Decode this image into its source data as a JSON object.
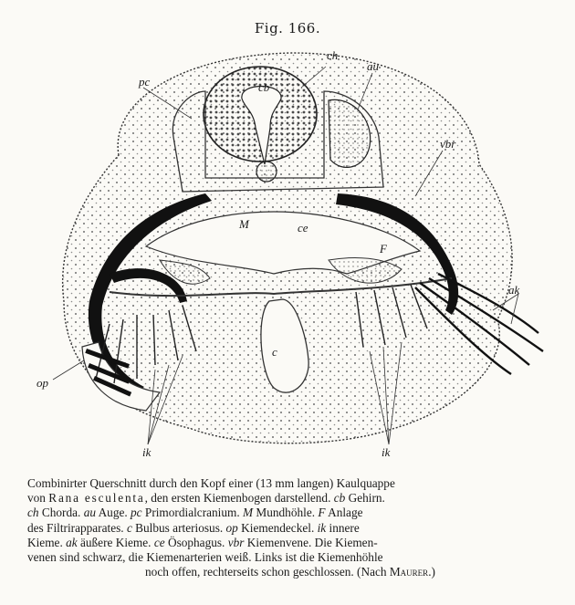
{
  "figure": {
    "title": "Fig. 166."
  },
  "labels": {
    "pc": "pc",
    "ch": "ch",
    "au": "au",
    "cb": "cb",
    "vbr": "vbr",
    "M": "M",
    "ce": "ce",
    "F": "F",
    "ak": "ak",
    "op": "op",
    "c": "c",
    "ik_left": "ik",
    "ik_right": "ik"
  },
  "caption": {
    "l1_a": "Combinirter Querschnitt durch den Kopf einer (13 mm langen) Kaulquappe",
    "l2_a": "von ",
    "l2_b": "Rana esculenta",
    "l2_c": ", den ersten Kiemenbogen darstellend.  ",
    "l2_d": "cb",
    "l2_e": " Gehirn.",
    "l3_a": "ch",
    "l3_b": " Chorda.  ",
    "l3_c": "au",
    "l3_d": " Auge.  ",
    "l3_e": "pc",
    "l3_f": " Primordialcranium.  ",
    "l3_g": "M",
    "l3_h": " Mundhöhle.  ",
    "l3_i": "F",
    "l3_j": " Anlage",
    "l4_a": "des Filtrirapparates.  ",
    "l4_b": "c",
    "l4_c": " Bulbus arteriosus.  ",
    "l4_d": "op",
    "l4_e": " Kiemendeckel.  ",
    "l4_f": "ik",
    "l4_g": " innere",
    "l5_a": "Kieme.  ",
    "l5_b": "ak",
    "l5_c": " äußere Kieme.  ",
    "l5_d": "ce",
    "l5_e": " Ösophagus.  ",
    "l5_f": "vbr",
    "l5_g": " Kiemenvene.  Die Kiemen-",
    "l6_a": "venen sind schwarz, die Kiemenarterien weiß.  Links ist die Kiemenhöhle",
    "l7_a": "noch offen, rechterseits schon geschlossen.  (Nach ",
    "l7_b": "Maurer",
    "l7_c": ".)"
  }
}
